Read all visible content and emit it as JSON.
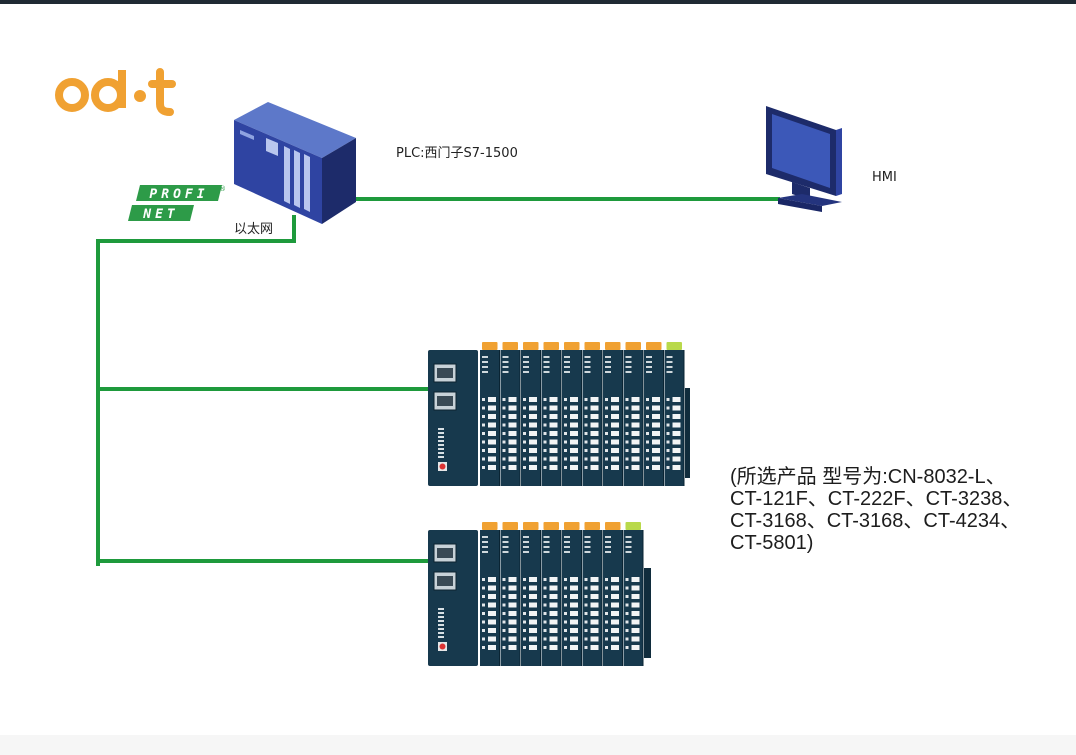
{
  "logo": {
    "text": "odot",
    "color": "#f0a132"
  },
  "plc": {
    "label": "PLC:西门子S7-1500"
  },
  "hmi": {
    "label": "HMI"
  },
  "network": {
    "label": "以太网",
    "protocol_logo": [
      "PROFI",
      "NET"
    ],
    "line_color": "#1e9a3c"
  },
  "io_stations": [
    {
      "modules": 10
    },
    {
      "modules": 8
    }
  ],
  "notes": {
    "lines": [
      "(所选产品 型号为:CN-8032-L、",
      "CT-121F、CT-222F、CT-3238、",
      "CT-3168、CT-3168、CT-4234、",
      "CT-5801)"
    ]
  },
  "colors": {
    "cabinet": "#2c3d8c",
    "module_body": "#17394d",
    "terminal_orange": "#f0a132",
    "terminal_green": "#b9d94a"
  }
}
